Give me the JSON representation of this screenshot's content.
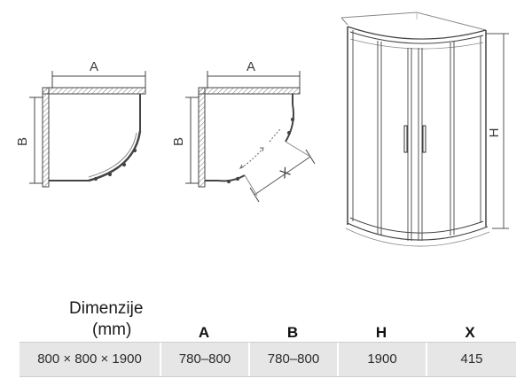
{
  "drawing": {
    "plan1": {
      "label_a": "A",
      "label_b": "B"
    },
    "plan2": {
      "label_a": "A",
      "label_b": "B",
      "label_x": "X"
    },
    "elevation": {
      "label_h": "H"
    }
  },
  "table": {
    "heading_line1": "Dimenzije",
    "heading_line2": "(mm)",
    "columns": [
      "A",
      "B",
      "H",
      "X"
    ],
    "row": [
      "800 × 800 × 1900",
      "780–800",
      "780–800",
      "1900",
      "415"
    ]
  }
}
